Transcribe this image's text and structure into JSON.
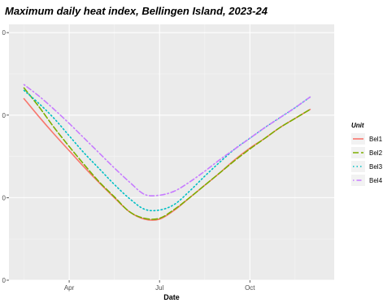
{
  "chart_data": {
    "type": "line",
    "title": "Maximum daily heat index, Bellingen Island, 2023-24",
    "xlabel": "Date",
    "ylabel": "",
    "x_domain": [
      0,
      10.8
    ],
    "ylim": [
      0,
      31
    ],
    "grid": true,
    "legend": {
      "title": "Unit",
      "position": "right"
    },
    "x_ticks": [
      {
        "label": "Apr",
        "value": 2.0
      },
      {
        "label": "Jul",
        "value": 5.0
      },
      {
        "label": "Oct",
        "value": 8.0
      }
    ],
    "y_ticks": [
      {
        "label": "0",
        "value": 0
      },
      {
        "label": "0",
        "value": 10
      },
      {
        "label": "0",
        "value": 20
      },
      {
        "label": "0",
        "value": 30
      }
    ],
    "series": [
      {
        "name": "Bel1",
        "color": "#F8766D",
        "dash": "solid",
        "x": [
          0.5,
          1.0,
          1.5,
          2.0,
          2.5,
          3.0,
          3.5,
          4.0,
          4.5,
          5.0,
          5.5,
          6.0,
          6.5,
          7.0,
          7.5,
          8.0,
          8.5,
          9.0,
          9.5,
          10.0
        ],
        "y": [
          22,
          19.8,
          17.7,
          15.7,
          13.7,
          11.8,
          10.0,
          8.3,
          7.4,
          7.4,
          8.5,
          10.0,
          11.5,
          13.0,
          14.6,
          16.0,
          17.2,
          18.5,
          19.6,
          20.7
        ]
      },
      {
        "name": "Bel2",
        "color": "#7CAE00",
        "dash": "longdash",
        "x": [
          0.5,
          1.0,
          1.5,
          2.0,
          2.5,
          3.0,
          3.5,
          4.0,
          4.5,
          5.0,
          5.5,
          6.0,
          6.5,
          7.0,
          7.5,
          8.0,
          8.5,
          9.0,
          9.5,
          10.0
        ],
        "y": [
          23.3,
          21.0,
          18.5,
          16.2,
          14.0,
          11.9,
          10.1,
          8.3,
          7.5,
          7.5,
          8.6,
          10.0,
          11.5,
          13.0,
          14.5,
          15.9,
          17.2,
          18.5,
          19.6,
          20.7
        ]
      },
      {
        "name": "Bel3",
        "color": "#00BFC4",
        "dash": "dotted",
        "x": [
          0.5,
          1.0,
          1.5,
          2.0,
          2.5,
          3.0,
          3.5,
          4.0,
          4.5,
          5.0,
          5.5,
          6.0,
          6.5,
          7.0,
          7.5,
          8.0,
          8.5,
          9.0,
          9.5,
          10.0
        ],
        "y": [
          23.0,
          21.4,
          19.6,
          17.5,
          15.4,
          13.5,
          11.6,
          9.9,
          8.6,
          8.5,
          9.2,
          10.8,
          12.6,
          14.3,
          15.9,
          17.2,
          18.5,
          19.7,
          20.9,
          22.2
        ]
      },
      {
        "name": "Bel4",
        "color": "#C77CFF",
        "dash": "dotdash",
        "x": [
          0.5,
          1.0,
          1.5,
          2.0,
          2.5,
          3.0,
          3.5,
          4.0,
          4.5,
          5.0,
          5.5,
          6.0,
          6.5,
          7.0,
          7.5,
          8.0,
          8.5,
          9.0,
          9.5,
          10.0
        ],
        "y": [
          23.7,
          22.3,
          20.7,
          19.0,
          17.2,
          15.4,
          13.6,
          11.9,
          10.4,
          10.3,
          10.8,
          11.9,
          13.2,
          14.6,
          15.9,
          17.2,
          18.5,
          19.7,
          20.9,
          22.2
        ]
      }
    ]
  }
}
